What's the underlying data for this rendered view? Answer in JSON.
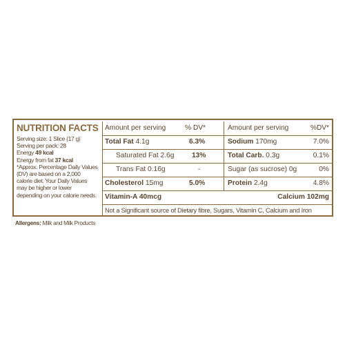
{
  "title": "NUTRITION FACTS",
  "info": {
    "serving_size": "Serving size: 1 Slice (17 g)",
    "servings": "Serving per pack: 28",
    "energy_label": "Energy ",
    "energy_value": "49 kcal",
    "energy_fat_label": "Energy from fat ",
    "energy_fat_value": "37 kcal",
    "note1": "*Approx. Percentage Daily Values",
    "note2": "(DV) are based on a 2,000",
    "note3": "calorie diet. Your Daily Values",
    "note4": "may be higher or lower",
    "note5": "depending on your calorie needs."
  },
  "header": {
    "amount_left": "Amount per serving",
    "dv_left": "% DV*",
    "amount_right": "Amount per serving",
    "dv_right": "%DV*"
  },
  "rows": [
    {
      "l_name": "Total Fat",
      "l_val": " 4.1g",
      "l_dv": "6.3%",
      "r_name": "Sodium",
      "r_val": " 170mg",
      "r_dv": "7.0%"
    },
    {
      "l_name": "Saturated Fat 2.6g",
      "l_val": "",
      "l_dv": "13%",
      "r_name": "Total Carb.",
      "r_val": " 0.3g",
      "r_dv": "0.1%"
    },
    {
      "l_name": "Trans Fat 0.16g",
      "l_val": "",
      "l_dv": "-",
      "r_name": "Sugar (as sucrose) 0g",
      "r_val": "",
      "r_dv": "0%"
    },
    {
      "l_name": "Cholesterol",
      "l_val": " 15mg",
      "l_dv": "5.0%",
      "r_name": "Protein",
      "r_val": " 2.4g",
      "r_dv": "4.8%"
    }
  ],
  "vitamin_a": "Vitamin-A 40mcg",
  "calcium": "Calcium 102mg",
  "footnote": "Not a Significant source of Dietary fibre, Sugars, Vitamin C, Calcium and Iron",
  "allergens_label": "Allergens:",
  "allergens_value": " Milk and Milk Products",
  "colors": {
    "border": "#8a6a3c",
    "text": "#5a4630"
  }
}
